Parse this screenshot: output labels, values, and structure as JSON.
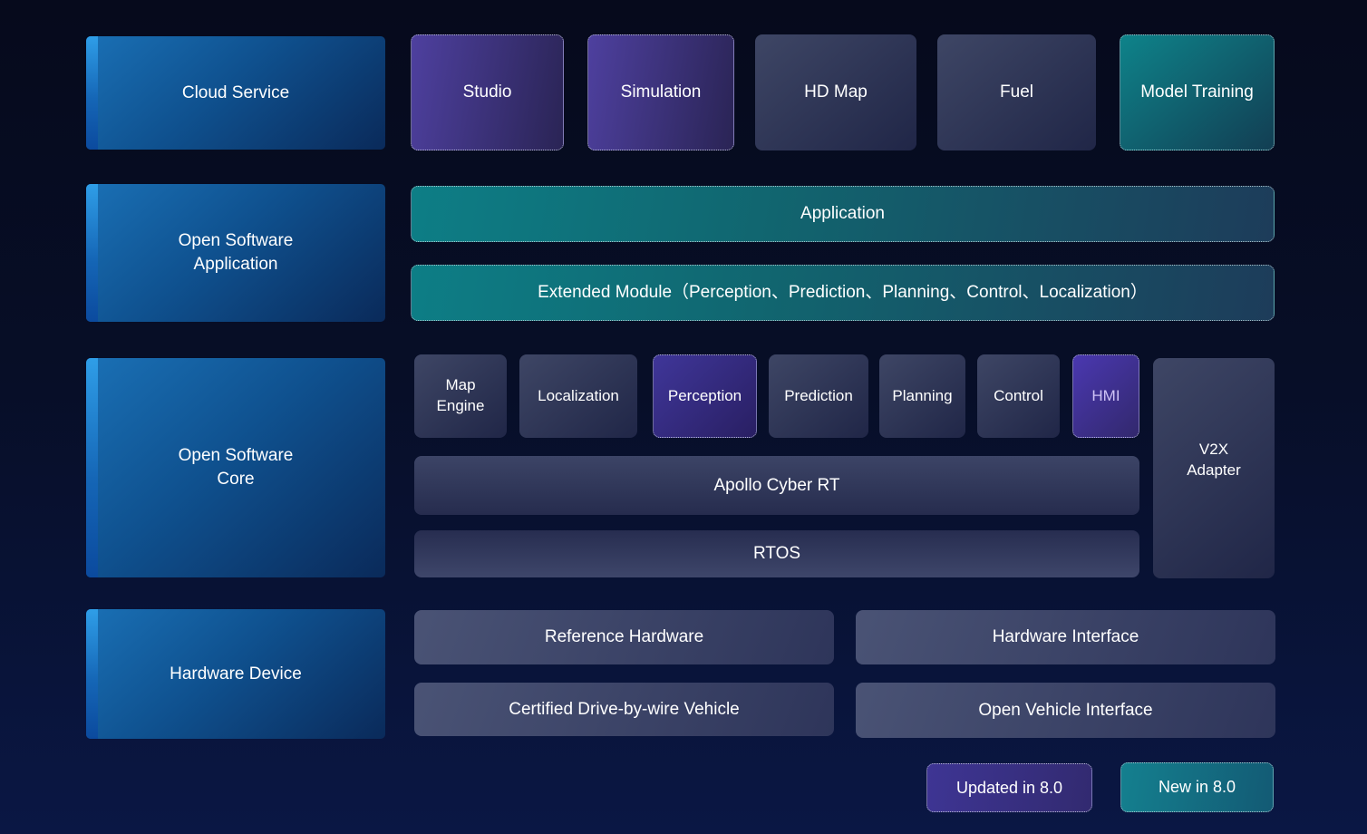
{
  "colors": {
    "background_top": "#060a1c",
    "background_bottom": "#0a1744",
    "blue_box_light": "#1a70b5",
    "blue_box_dark": "#0a2a5a",
    "blue_stripe": "#2f9ee8",
    "purple_updated_light": "#4e409f",
    "purple_updated_dark": "#2a2455",
    "teal_new_light": "#0d7e86",
    "teal_new_dark": "#123e53",
    "slate_light": "#3e4665",
    "slate_dark": "#202647",
    "text": "#ffffff",
    "hmi_text": "#cfc3f6"
  },
  "left_column": {
    "cloud_service": "Cloud Service",
    "open_software_application": "Open Software\nApplication",
    "open_software_core": "Open Software\nCore",
    "hardware_device": "Hardware Device"
  },
  "cloud_row": {
    "studio": "Studio",
    "simulation": "Simulation",
    "hd_map": "HD Map",
    "fuel": "Fuel",
    "model_training": "Model Training"
  },
  "application_row": {
    "application": "Application",
    "extended_module": "Extended Module（Perception、Prediction、Planning、Control、Localization）"
  },
  "core_row": {
    "map_engine": "Map\nEngine",
    "localization": "Localization",
    "perception": "Perception",
    "prediction": "Prediction",
    "planning": "Planning",
    "control": "Control",
    "hmi": "HMI",
    "v2x_adapter": "V2X\nAdapter",
    "apollo_cyber_rt": "Apollo Cyber RT",
    "rtos": "RTOS"
  },
  "hardware_row": {
    "reference_hardware": "Reference Hardware",
    "hardware_interface": "Hardware Interface",
    "certified_vehicle": "Certified Drive-by-wire Vehicle",
    "open_vehicle_interface": "Open Vehicle Interface"
  },
  "legend": {
    "updated": "Updated in 8.0",
    "new_label": "New in 8.0"
  }
}
